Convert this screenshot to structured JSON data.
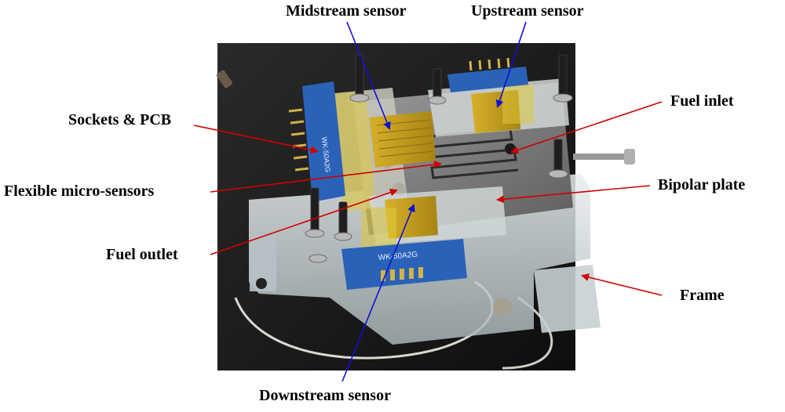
{
  "labels": {
    "midstream": "Midstream sensor",
    "upstream": "Upstream sensor",
    "sockets": "Sockets & PCB",
    "fuel_inlet": "Fuel inlet",
    "flexible": "Flexible micro-sensors",
    "bipolar": "Bipolar plate",
    "fuel_outlet": "Fuel outlet",
    "frame": "Frame",
    "downstream": "Downstream sensor"
  },
  "connector_text": {
    "left": "WK-50A2G",
    "bottom": "WK-50A2G"
  },
  "colors": {
    "blue_arrow": "#1010d0",
    "red_arrow": "#d00000",
    "connector": "#2a62b8",
    "sensor_gold": "#c9a21a",
    "kapton": "#d8c030",
    "background": "#1a1a1a"
  }
}
